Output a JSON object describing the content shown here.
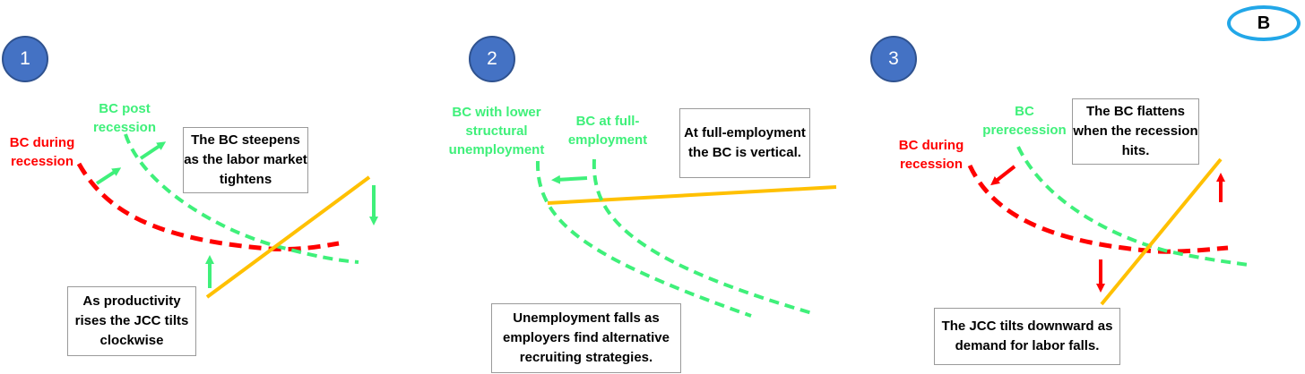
{
  "corner_tag": "B",
  "colors": {
    "red": "#ff0000",
    "green": "#3ff07a",
    "orange": "#ffc000",
    "badge": "#4472c4",
    "tag_ring": "#22a7e8"
  },
  "panels": [
    {
      "number": "1",
      "labels": {
        "bc_red": "BC during recession",
        "bc_green": "BC post recession"
      },
      "notes": {
        "top": "The BC steepens as the labor market tightens",
        "bottom": "As productivity rises the JCC tilts clockwise"
      }
    },
    {
      "number": "2",
      "labels": {
        "bc_green_left": "BC with lower structural unemployment",
        "bc_green_right": "BC at full-employment"
      },
      "notes": {
        "top": "At full-employment the BC is vertical.",
        "bottom": "Unemployment falls as employers find alternative recruiting strategies."
      }
    },
    {
      "number": "3",
      "labels": {
        "bc_red": "BC during recession",
        "bc_green": "BC prerecession"
      },
      "notes": {
        "top": "The BC flattens when the recession hits.",
        "bottom": "The JCC tilts downward as demand for labor falls."
      }
    }
  ]
}
